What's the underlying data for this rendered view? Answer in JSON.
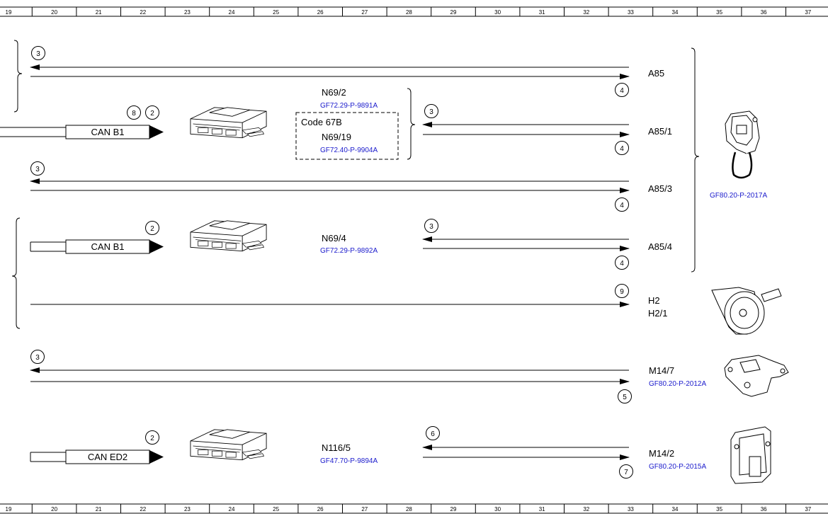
{
  "ruler": [
    "19",
    "20",
    "21",
    "22",
    "23",
    "24",
    "25",
    "26",
    "27",
    "28",
    "29",
    "30",
    "31",
    "32",
    "33",
    "34",
    "35",
    "36",
    "37"
  ],
  "modules": {
    "n69_2": {
      "label": "N69/2",
      "ref": "GF72.29-P-9891A"
    },
    "n69_19": {
      "code": "Code 67B",
      "label": "N69/19",
      "ref": "GF72.40-P-9904A"
    },
    "n69_4": {
      "label": "N69/4",
      "ref": "GF72.29-P-9892A"
    },
    "n116_5": {
      "label": "N116/5",
      "ref": "GF47.70-P-9894A"
    }
  },
  "buses": {
    "can_b1_top": "CAN B1",
    "can_b1_mid": "CAN B1",
    "can_ed2": "CAN ED2"
  },
  "components": {
    "a85": "A85",
    "a85_1": "A85/1",
    "a85_3": "A85/3",
    "a85_4": "A85/4",
    "a85_ref": "GF80.20-P-2017A",
    "h2": "H2",
    "h2_1": "H2/1",
    "m14_7": "M14/7",
    "m14_7_ref": "GF80.20-P-2012A",
    "m14_2": "M14/2",
    "m14_2_ref": "GF80.20-P-2015A"
  },
  "signals": {
    "s1": "3",
    "s2": "4",
    "s3": "8",
    "s4": "2",
    "s5": "3",
    "s6": "4",
    "s7": "3",
    "s8": "4",
    "s9": "2",
    "s10": "3",
    "s11": "4",
    "s12": "9",
    "s13": "3",
    "s14": "5",
    "s15": "2",
    "s16": "6",
    "s17": "7"
  }
}
